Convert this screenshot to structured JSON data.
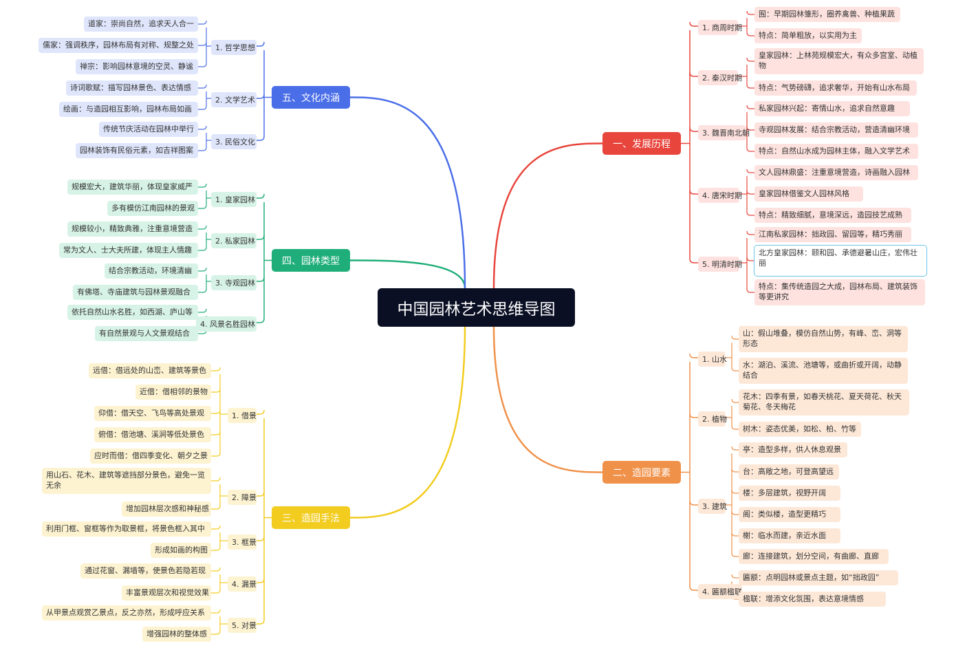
{
  "center": "中国园林艺术思维导图",
  "branches": [
    {
      "title": "一、发展历程",
      "color": "#e8453c",
      "light": "#fde2df",
      "subs": [
        {
          "label": "1. 商周时期",
          "leaves": [
            "囿：早期园林雏形，圈养禽兽、种植果蔬",
            "特点：简单粗放，以实用为主"
          ]
        },
        {
          "label": "2. 秦汉时期",
          "leaves": [
            "皇家园林：上林苑规模宏大，有众多宫室、动植物",
            "特点：气势磅礴，追求奢华，开始有山水布局"
          ]
        },
        {
          "label": "3. 魏晋南北朝",
          "leaves": [
            "私家园林兴起：寄情山水，追求自然意趣",
            "寺观园林发展：结合宗教活动，营造清幽环境",
            "特点：自然山水成为园林主体，融入文学艺术"
          ]
        },
        {
          "label": "4. 唐宋时期",
          "leaves": [
            "文人园林鼎盛：注重意境营造，诗画融入园林",
            "皇家园林借鉴文人园林风格",
            "特点：精致细腻，意境深远，造园技艺成熟"
          ]
        },
        {
          "label": "5. 明清时期",
          "leaves": [
            "江南私家园林：拙政园、留园等，精巧秀丽",
            "北方皇家园林：颐和园、承德避暑山庄，宏伟壮丽",
            "特点：集传统造园之大成，园林布局、建筑装饰等更讲究"
          ]
        }
      ]
    },
    {
      "title": "二、造园要素",
      "color": "#f0914a",
      "light": "#fde8d8",
      "subs": [
        {
          "label": "1. 山水",
          "leaves": [
            "山：假山堆叠，模仿自然山势，有峰、峦、洞等形态",
            "水：湖泊、溪流、池塘等，或曲折或开阔，动静结合"
          ]
        },
        {
          "label": "2. 植物",
          "leaves": [
            "花木：四季有景，如春天桃花、夏天荷花、秋天菊花、冬天梅花",
            "树木：姿态优美，如松、柏、竹等"
          ]
        },
        {
          "label": "3. 建筑",
          "leaves": [
            "亭：造型多样，供人休息观景",
            "台：高敞之地，可登高望远",
            "楼：多层建筑，视野开阔",
            "阁：类似楼，造型更精巧",
            "榭：临水而建，亲近水面",
            "廊：连接建筑，划分空间，有曲廊、直廊"
          ]
        },
        {
          "label": "4. 匾额楹联",
          "leaves": [
            "匾额：点明园林或景点主题，如“拙政园”",
            "楹联：增添文化氛围，表达意境情感"
          ]
        }
      ]
    },
    {
      "title": "三、造园手法",
      "color": "#f2cc1f",
      "light": "#fdf3d1",
      "subs": [
        {
          "label": "1. 借景",
          "leaves": [
            "远借：借远处的山峦、建筑等景色",
            "近借：借相邻的景物",
            "仰借：借天空、飞鸟等高处景观",
            "俯借：借池塘、溪涧等低处景色",
            "应时而借：借四季变化、朝夕之景"
          ]
        },
        {
          "label": "2. 障景",
          "leaves": [
            "用山石、花木、建筑等遮挡部分景色，避免一览无余",
            "增加园林层次感和神秘感"
          ]
        },
        {
          "label": "3. 框景",
          "leaves": [
            "利用门框、窗框等作为取景框，将景色框入其中",
            "形成如画的构图"
          ]
        },
        {
          "label": "4. 漏景",
          "leaves": [
            "通过花窗、漏墙等，使景色若隐若现",
            "丰富景观层次和视觉效果"
          ]
        },
        {
          "label": "5. 对景",
          "leaves": [
            "从甲景点观赏乙景点，反之亦然，形成呼应关系",
            "增强园林的整体感"
          ]
        }
      ]
    },
    {
      "title": "四、园林类型",
      "color": "#1fae79",
      "light": "#d7f3e7",
      "subs": [
        {
          "label": "1. 皇家园林",
          "leaves": [
            "规模宏大，建筑华丽，体现皇家威严",
            "多有模仿江南园林的景观"
          ]
        },
        {
          "label": "2. 私家园林",
          "leaves": [
            "规模较小，精致典雅，注重意境营造",
            "常为文人、士大夫所建，体现主人情趣"
          ]
        },
        {
          "label": "3. 寺观园林",
          "leaves": [
            "结合宗教活动，环境清幽",
            "有佛塔、寺庙建筑与园林景观融合"
          ]
        },
        {
          "label": "4. 风景名胜园林",
          "leaves": [
            "依托自然山水名胜，如西湖、庐山等",
            "有自然景观与人文景观结合"
          ]
        }
      ]
    },
    {
      "title": "五、文化内涵",
      "color": "#4a6ee8",
      "light": "#dfe5fb",
      "subs": [
        {
          "label": "1. 哲学思想",
          "leaves": [
            "道家：崇尚自然，追求天人合一",
            "儒家：强调秩序，园林布局有对称、规整之处",
            "禅宗：影响园林意境的空灵、静谧"
          ]
        },
        {
          "label": "2. 文学艺术",
          "leaves": [
            "诗词歌赋：描写园林景色、表达情感",
            "绘画：与造园相互影响，园林布局如画"
          ]
        },
        {
          "label": "3. 民俗文化",
          "leaves": [
            "传统节庆活动在园林中举行",
            "园林装饰有民俗元素，如吉祥图案"
          ]
        }
      ]
    }
  ]
}
